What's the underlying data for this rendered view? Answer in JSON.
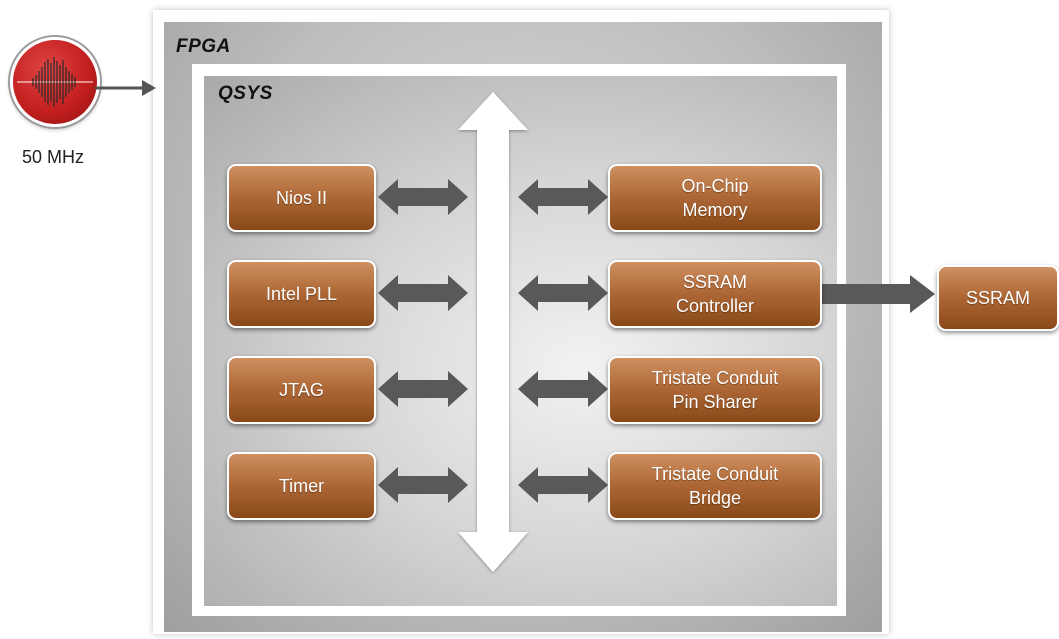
{
  "fpga": {
    "title": "FPGA"
  },
  "qsys": {
    "title": "QSYS"
  },
  "clock": {
    "label": "50 MHz",
    "icon": "clock-waveform-icon",
    "color": "#c42020"
  },
  "left_blocks": [
    {
      "label": "Nios II"
    },
    {
      "label": "Intel PLL"
    },
    {
      "label": "JTAG"
    },
    {
      "label": "Timer"
    }
  ],
  "right_blocks": [
    {
      "label": "On-Chip\nMemory"
    },
    {
      "label": "SSRAM\nController"
    },
    {
      "label": "Tristate Conduit\nPin Sharer"
    },
    {
      "label": "Tristate Conduit\nBridge"
    }
  ],
  "external": {
    "label": "SSRAM"
  },
  "colors": {
    "block_top": "#cf9062",
    "block_bottom": "#8a4818",
    "arrow": "#555555",
    "bus": "#ffffff"
  }
}
